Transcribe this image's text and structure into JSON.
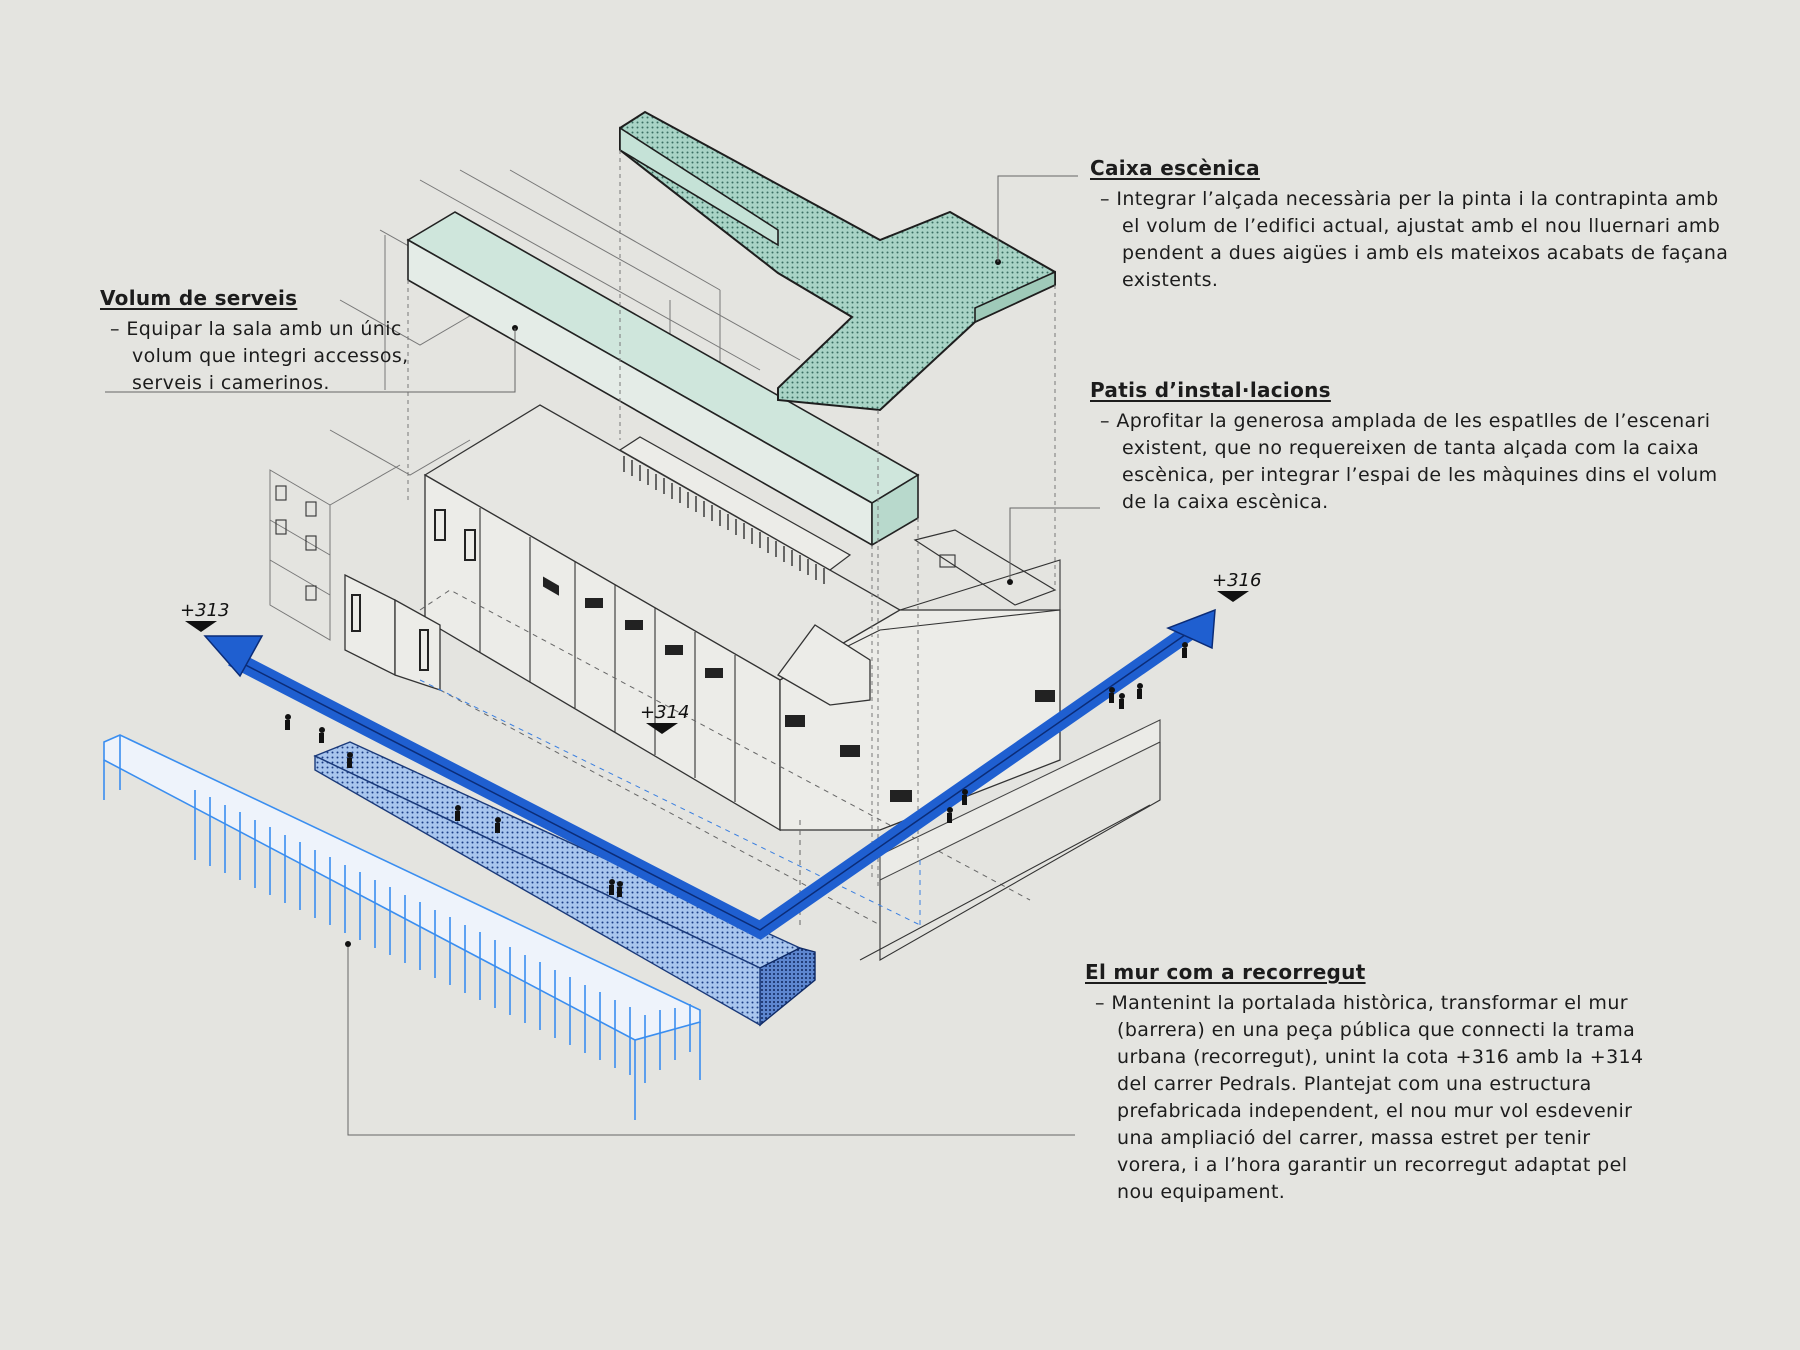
{
  "annotations": {
    "caixa": {
      "title": "Caixa escènica",
      "body": "– Integrar l’alçada necessària per la pinta i la contrapinta amb el volum de l’edifici actual, ajustat amb el nou lluernari amb pendent a dues aigües i amb els mateixos acabats de façana existents."
    },
    "volum": {
      "title": "Volum de serveis",
      "body": "– Equipar la sala amb un únic volum que integri accessos, serveis i camerinos."
    },
    "patis": {
      "title": "Patis d’instal·lacions",
      "body": "– Aprofitar la generosa amplada de les espatlles de l’escenari existent, que no requereixen de tanta alçada com la caixa escènica, per integrar l’espai de les màquines dins el volum de la caixa escènica."
    },
    "mur": {
      "title": "El mur com a recorregut",
      "body": "– Mantenint la portalada històrica, transformar el mur (barrera) en una peça pública que connecti la trama urbana (recorregut), unint la cota +316 amb la +314 del carrer Pedrals. Plantejat com una estructura prefabricada independent, el nou mur vol esdevenir una ampliació del carrer, massa estret per tenir vorera, i a l’hora garantir un recorregut adaptat pel nou equipament."
    }
  },
  "levels": {
    "left": "+313",
    "middle": "+314",
    "right": "+316"
  },
  "colors": {
    "background": "#e4e4e0",
    "stage_box": "#a9d4c6",
    "services_volume": "#cfe6dc",
    "path_arrow": "#1f5fd0",
    "wall_structure": "#3a8ef0",
    "linework": "#333333"
  }
}
